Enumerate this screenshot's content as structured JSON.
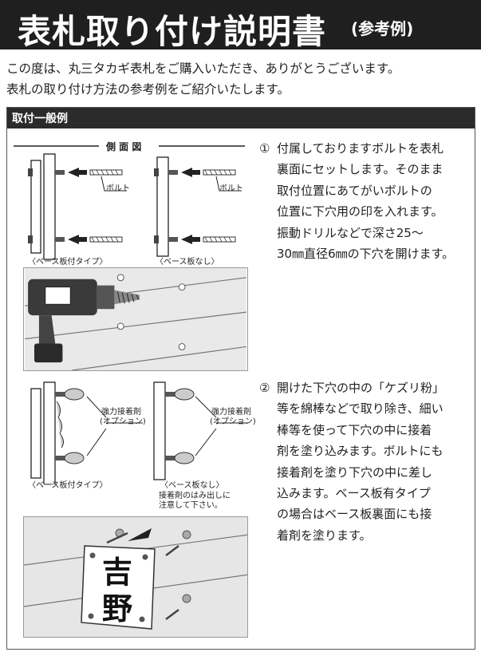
{
  "header": {
    "title": "表札取り付け説明書",
    "subtitle": "(参考例)"
  },
  "intro": {
    "line1": "この度は、丸三タカギ表札をご購入いただき、ありがとうございます。",
    "line2": "表札の取り付け方法の参考例をご紹介いたします。"
  },
  "section": {
    "title": "取付一般例"
  },
  "diagram_top": {
    "side_view_title": "側 面 図",
    "bolt_label_left": "ボルト",
    "bolt_label_right": "ボルト",
    "caption_left": "〈ベース板付タイプ〉",
    "caption_right": "〈ベース板なし〉"
  },
  "step1": {
    "number": "①",
    "lines": [
      "付属しておりますボルトを表札",
      "裏面にセットします。そのまま",
      "取付位置にあてがいボルトの",
      "位置に下穴用の印を入れます。",
      "振動ドリルなどで深さ25～",
      "30㎜直径6㎜の下穴を開けます。"
    ]
  },
  "diagram_bottom": {
    "adhesive_label_left_1": "強力接着剤",
    "adhesive_label_left_2": "(オプション)",
    "adhesive_label_right_1": "強力接着剤",
    "adhesive_label_right_2": "(オプション)",
    "caption_left": "〈ベース板付タイプ〉",
    "caption_right": "〈ベース板なし〉",
    "note_1": "接着剤のはみ出しに",
    "note_2": "注意して下さい。"
  },
  "step2": {
    "number": "②",
    "lines": [
      "開けた下穴の中の「ケズリ粉」",
      "等を綿棒などで取り除き、細い",
      "棒等を使って下穴の中に接着",
      "剤を塗り込みます。ボルトにも",
      "接着剤を塗り下穴の中に差し",
      "込みます。ベース板有タイプ",
      "の場合はベース板裏面にも接",
      "着剤を塗ります。"
    ]
  },
  "nameplate": {
    "char1": "吉",
    "char2": "野"
  }
}
